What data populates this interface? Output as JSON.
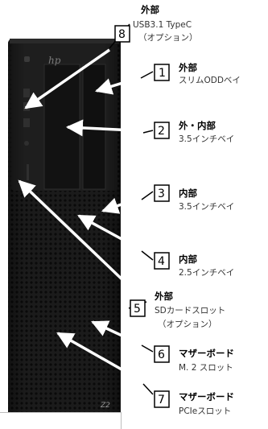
{
  "brand": {
    "logo_text": "hp",
    "model_badge": "Z2"
  },
  "callouts": [
    {
      "number": "8",
      "title": "外部",
      "lines": [
        "USB3.1 TypeC",
        "（オプション）"
      ]
    },
    {
      "number": "1",
      "title": "外部",
      "lines": [
        "スリムODDベイ"
      ]
    },
    {
      "number": "2",
      "title": "外・内部",
      "lines": [
        "3.5インチベイ"
      ]
    },
    {
      "number": "3",
      "title": "内部",
      "lines": [
        "3.5インチベイ"
      ]
    },
    {
      "number": "4",
      "title": "内部",
      "lines": [
        "2.5インチベイ"
      ]
    },
    {
      "number": "5",
      "title": "外部",
      "lines": [
        "SDカードスロット",
        "（オプション）"
      ]
    },
    {
      "number": "6",
      "title": "マザーボード",
      "lines": [
        "M. 2 スロット"
      ]
    },
    {
      "number": "7",
      "title": "マザーボード",
      "lines": [
        "PCIeスロット"
      ]
    }
  ]
}
